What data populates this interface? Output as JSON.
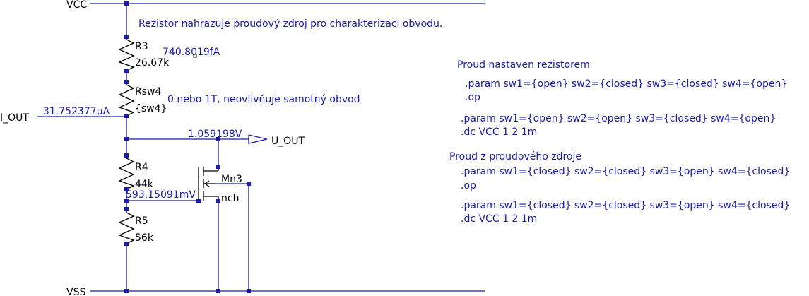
{
  "nets": {
    "vcc": "VCC",
    "vss": "VSS",
    "i_out": "I_OUT",
    "u_out": "U_OUT"
  },
  "components": {
    "r3": {
      "name": "R3",
      "value": "26.67k"
    },
    "rsw4": {
      "name": "Rsw4",
      "value": "{sw4}"
    },
    "r4": {
      "name": "R4",
      "value": "44k"
    },
    "r5": {
      "name": "R5",
      "value": "56k"
    },
    "mn3": {
      "name": "Mn3",
      "model": "nch"
    }
  },
  "readouts": {
    "r3_current": "740.8019fA",
    "i_out_current": "31.752377µA",
    "u_out_voltage": "1.059198V",
    "r4r5_node_voltage": "593.15091mV"
  },
  "comments": {
    "top": "Rezistor nahrazuje proudový zdroj pro charakterizaci obvodu.",
    "rsw4": "0 nebo 1T, neovlivňuje samotný obvod"
  },
  "directives": {
    "resistor_section": {
      "heading": "Proud nastaven rezistorem",
      "line1": ".param sw1={open} sw2={closed} sw3={closed} sw4={open}",
      "line2": ".op",
      "line3": ".param sw1={open} sw2={open} sw3={closed} sw4={open}",
      "line4": ".dc VCC 1 2 1m"
    },
    "source_section": {
      "heading": "Proud z proudového zdroje",
      "line1": ".param sw1={closed} sw2={closed} sw3={open} sw4={closed}",
      "line2": ".op",
      "line3": ".param sw1={closed} sw2={closed} sw3={open} sw4={closed}",
      "line4": ".dc VCC 1 2 1m"
    }
  },
  "colors": {
    "wire": "#1a1aa6",
    "component": "#000000",
    "annotation": "#1a1aa6"
  }
}
